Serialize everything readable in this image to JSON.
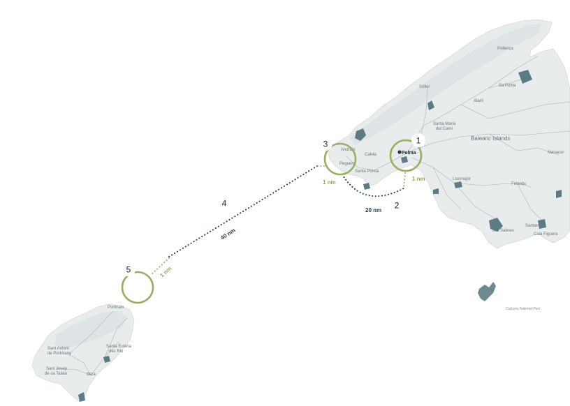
{
  "map": {
    "region_label": "Balearic Islands",
    "park_label": "Cabrera National Park",
    "towns": {
      "pollenca": "Pollença",
      "soller": "Sóller",
      "sa_pobla": "Sa Pobla",
      "alaro": "Alaró",
      "santa_maria": "Santa Maria",
      "del_cami": "del Camí",
      "andratx": "Andratx",
      "calvia": "Calvià",
      "palma": "Palma",
      "peguera": "Peguera",
      "santa_ponsa": "Santa Ponsa",
      "llucmajor": "Llucmajor",
      "felanitx": "Felanitx",
      "manacor": "Manacor",
      "ses_salines": "Ses Salines",
      "santanyi": "Santanyí",
      "cala_figuera": "Cala Figuera",
      "portinatx": "Portinatx",
      "sant_antoni_1": "Sant Antoni",
      "sant_antoni_2": "de Portmany",
      "santa_eularia_1": "Santa Eulària",
      "santa_eularia_2": "des Riu",
      "sant_josep_1": "Sant Josep",
      "sant_josep_2": "de sa Talaia",
      "ibiza": "Ibiza"
    }
  },
  "route": {
    "stops": [
      {
        "number": "1"
      },
      {
        "number": "2"
      },
      {
        "number": "3"
      },
      {
        "number": "4"
      },
      {
        "number": "5"
      }
    ],
    "distances": {
      "palma_circle": "1 nm",
      "bay_leg": "20 nm",
      "andratx_circle": "1 nm",
      "crossing_leg": "40 nm",
      "ibiza_circle": "1 nm"
    },
    "colors": {
      "circle": "#9aae62",
      "dotted_leg": "#1e3a4c",
      "land": "#e9eced",
      "park_patch": "#5c7b85",
      "roads": "#b9c0c4"
    }
  }
}
